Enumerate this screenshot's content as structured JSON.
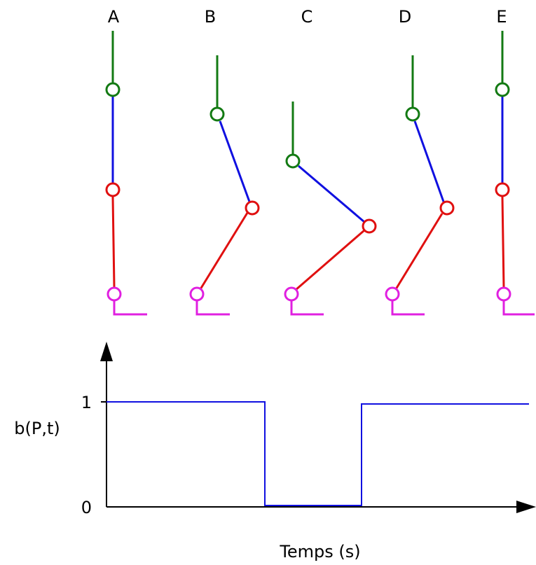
{
  "poses": [
    {
      "label": "A"
    },
    {
      "label": "B"
    },
    {
      "label": "C"
    },
    {
      "label": "D"
    },
    {
      "label": "E"
    }
  ],
  "segment_colors": {
    "trunk": "#137a13",
    "thigh": "#1010e0",
    "shank": "#e01010",
    "foot": "#e020e0"
  },
  "chart_data": {
    "type": "line",
    "xlabel": "Temps (s)",
    "ylabel": "b(P,t)",
    "yticks": [
      "0",
      "1"
    ],
    "series": [
      {
        "color": "#1010e0",
        "values": [
          1,
          1,
          0,
          0,
          1,
          1
        ],
        "phase_boundaries": [
          "start",
          "step-down",
          "step-up",
          "end"
        ]
      }
    ]
  }
}
